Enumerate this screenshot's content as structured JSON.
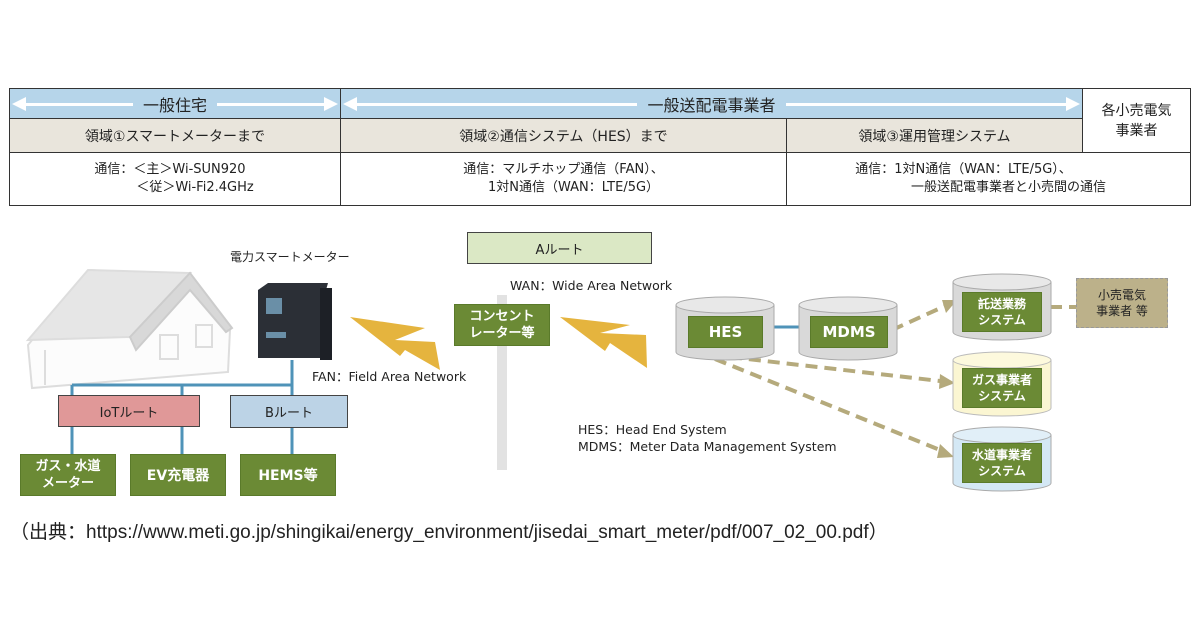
{
  "table": {
    "header_home": "一般住宅",
    "header_td": "一般送配電事業者",
    "header_retail": "各小売電気\n事業者",
    "domain1": "領域①スマートメーターまで",
    "domain2": "領域②通信システム（HES）まで",
    "domain3": "領域③運用管理システム",
    "comm1_line1": "通信：＜主＞Wi-SUN920",
    "comm1_line2": "＜従＞Wi-Fi2.4GHz",
    "comm2_line1": "通信：マルチホップ通信（FAN）、",
    "comm2_line2": "1対N通信（WAN：LTE/5G）",
    "comm3_line1": "通信：1対N通信（WAN：LTE/5G）、",
    "comm3_line2": "一般送配電事業者と小売間の通信"
  },
  "diagram": {
    "smart_meter_label": "電力スマートメーター",
    "a_route": "Aルート",
    "wan_label": "WAN：Wide Area Network",
    "fan_label": "FAN：Field Area Network",
    "concentrator": "コンセント\nレーター等",
    "iot_route": "IoTルート",
    "b_route": "Bルート",
    "gas_water_meter": "ガス・水道\nメーター",
    "ev_charger": "EV充電器",
    "hems": "HEMS等",
    "hes": "HES",
    "mdms": "MDMS",
    "hes_legend": "HES：Head End System",
    "mdms_legend": "MDMS：Meter Data Management System",
    "wheeling_system": "託送業務\nシステム",
    "gas_system": "ガス事業者\nシステム",
    "water_system": "水道事業者\nシステム",
    "retailers": "小売電気\n事業者 等"
  },
  "colors": {
    "header_blue": "#b6d5ea",
    "subheader_beige": "#e9e5dc",
    "green_box": "#6b8a35",
    "iot_pink": "#e09898",
    "b_route_blue": "#bcd3e6",
    "a_route_green": "#dbe8c5",
    "lightning": "#e5b43e",
    "dashed_arrow": "#b5aa7c",
    "retailer_box": "#bcb18a",
    "line_blue": "#4f93b8"
  },
  "source": "（出典：https://www.meti.go.jp/shingikai/energy_environment/jisedai_smart_meter/pdf/007_02_00.pdf）"
}
